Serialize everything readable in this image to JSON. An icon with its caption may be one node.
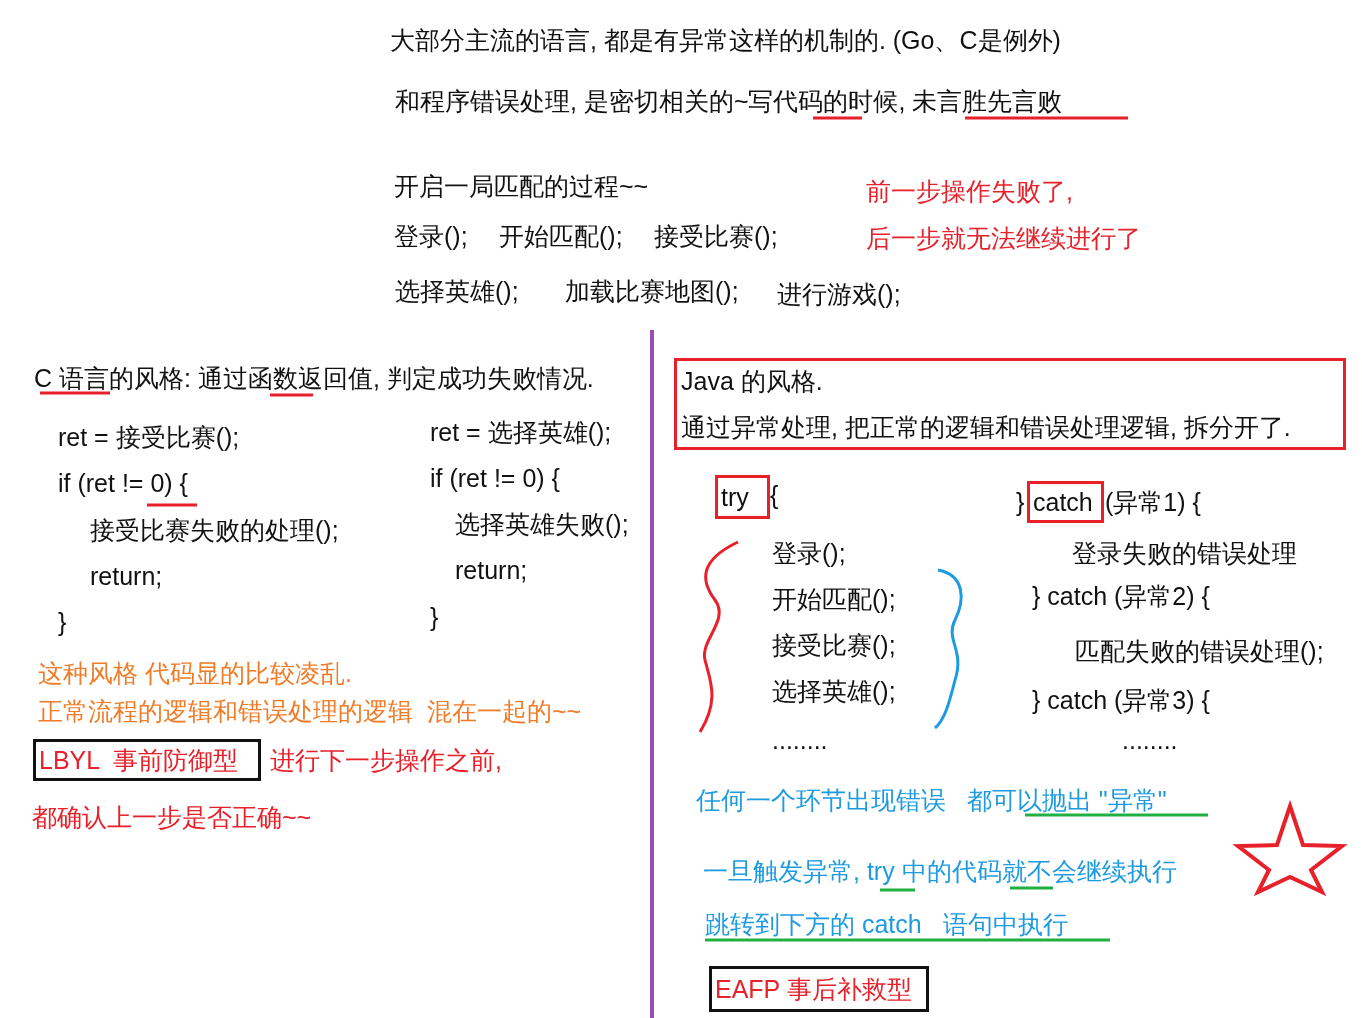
{
  "diagram": {
    "nodes": [
      {
        "text": [
          "Java 的风格.",
          "通过异常处理, 把正常的逻辑和错误处理逻辑, 拆分开了."
        ]
      },
      {
        "text": [
          "try"
        ]
      },
      {
        "text": [
          "catch"
        ]
      },
      {
        "text": [
          "LBYL  事前防御型"
        ]
      },
      {
        "text": [
          "EAFP 事后补救型"
        ]
      }
    ],
    "labels": [
      "大部分主流的语言, 都是有异常这样的机制的. (Go、C是例外)",
      "和程序错误处理, 是密切相关的~写代码的时候, 未言胜先言败",
      "开启一局匹配的过程~~",
      "前一步操作失败了,",
      "登录();",
      "开始匹配();",
      "接受比赛();",
      "后一步就无法继续进行了",
      "选择英雄();",
      "加载比赛地图();",
      "进行游戏();",
      "C 语言的风格: 通过函数返回值, 判定成功失败情况.",
      "ret = 接受比赛();",
      "if (ret != 0) {",
      "接受比赛失败的处理();",
      "return;",
      "}",
      "ret = 选择英雄();",
      "if (ret != 0) {",
      "选择英雄失败();",
      "return;",
      "}",
      "这种风格 代码显的比较凌乱.",
      "正常流程的逻辑和错误处理的逻辑  混在一起的~~",
      "进行下一步操作之前,",
      "都确认上一步是否正确~~",
      "{",
      "}",
      "(异常1) {",
      "登录();",
      "开始匹配();",
      "接受比赛();",
      "选择英雄();",
      "........",
      "登录失败的错误处理",
      "} catch (异常2) {",
      "匹配失败的错误处理();",
      "} catch (异常3) {",
      "........",
      "任何一个环节出现错误   都可以抛出 \"异常\"",
      "一旦触发异常, try 中的代码就不会继续执行",
      "跳转到下方的 catch   语句中执行"
    ]
  }
}
